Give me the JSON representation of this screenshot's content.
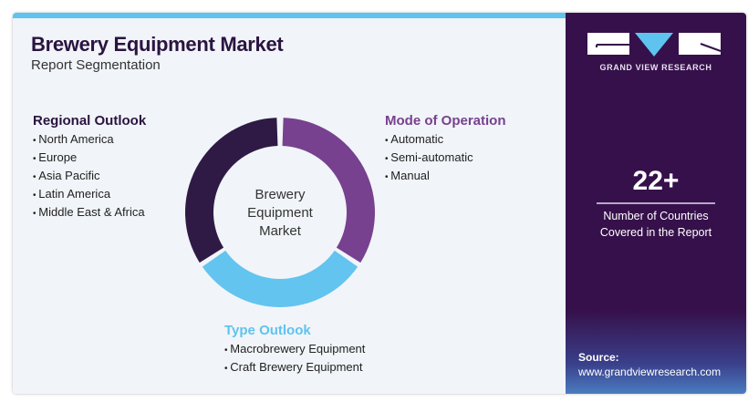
{
  "header": {
    "title": "Brewery Equipment Market",
    "subtitle": "Report Segmentation"
  },
  "center": {
    "line1": "Brewery",
    "line2": "Equipment",
    "line3": "Market"
  },
  "segments": {
    "regional": {
      "title": "Regional Outlook",
      "items": [
        "North America",
        "Europe",
        "Asia Pacific",
        "Latin America",
        "Middle East & Africa"
      ]
    },
    "mode": {
      "title": "Mode of Operation",
      "items": [
        "Automatic",
        "Semi-automatic",
        "Manual"
      ]
    },
    "type": {
      "title": "Type Outlook",
      "items": [
        "Macrobrewery Equipment",
        "Craft Brewery Equipment"
      ]
    }
  },
  "colors": {
    "regional": "#2e1a45",
    "mode": "#77418f",
    "type": "#62c4ef"
  },
  "sidebar": {
    "brand": "GRAND VIEW RESEARCH",
    "stat": "22+",
    "stat_line1": "Number of Countries",
    "stat_line2": "Covered in the Report",
    "source_label": "Source:",
    "source_url": "www.grandviewresearch.com"
  }
}
